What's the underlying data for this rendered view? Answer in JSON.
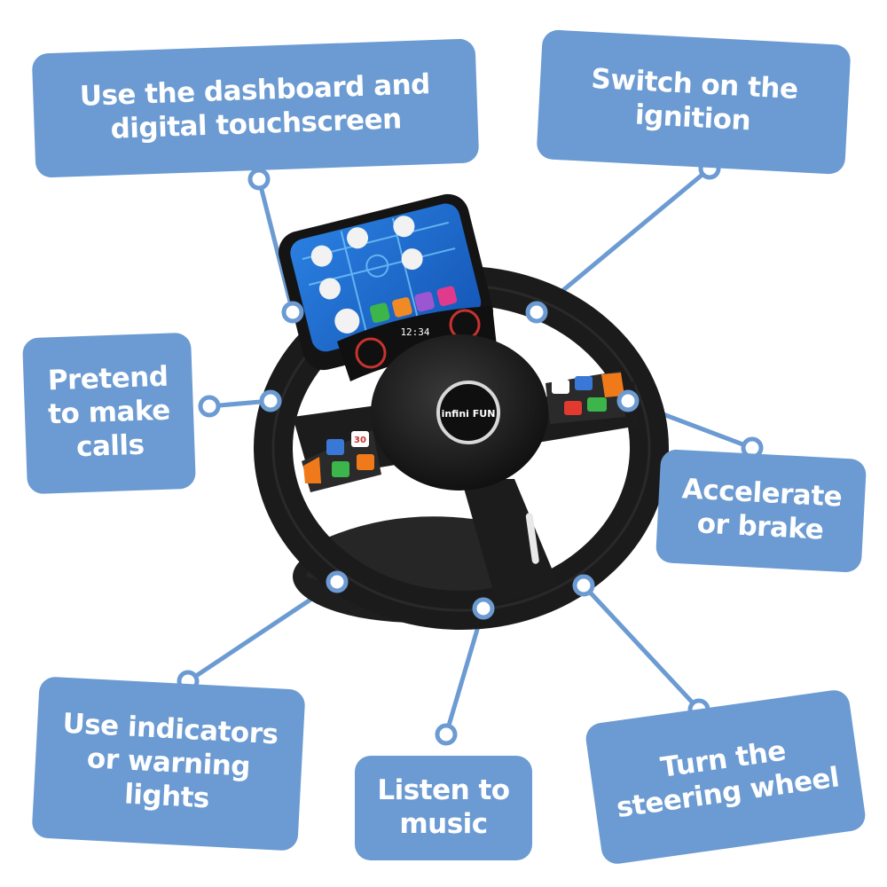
{
  "labels": {
    "dashboard": {
      "line1": "Use the dashboard and",
      "line2": "digital touchscreen"
    },
    "ignition": {
      "line1": "Switch on the",
      "line2": "ignition"
    },
    "calls": {
      "line1": "Pretend",
      "line2": "to make",
      "line3": "calls"
    },
    "accelerate": {
      "line1": "Accelerate",
      "line2": "or brake"
    },
    "indicators": {
      "line1": "Use indicators",
      "line2": "or warning",
      "line3": "lights"
    },
    "music": {
      "line1": "Listen to",
      "line2": "music"
    },
    "steering": {
      "line1": "Turn the",
      "line2": "steering wheel"
    }
  },
  "product": {
    "brand_logo": "infini FUN",
    "screen_time": "12:34",
    "speed_sign": "30"
  },
  "colors": {
    "label_bg": "#6b9bd2",
    "label_text": "#ffffff",
    "wheel": "#1b1b1b",
    "screen": "#1d6fd6",
    "indicator_orange": "#f07a1a"
  }
}
